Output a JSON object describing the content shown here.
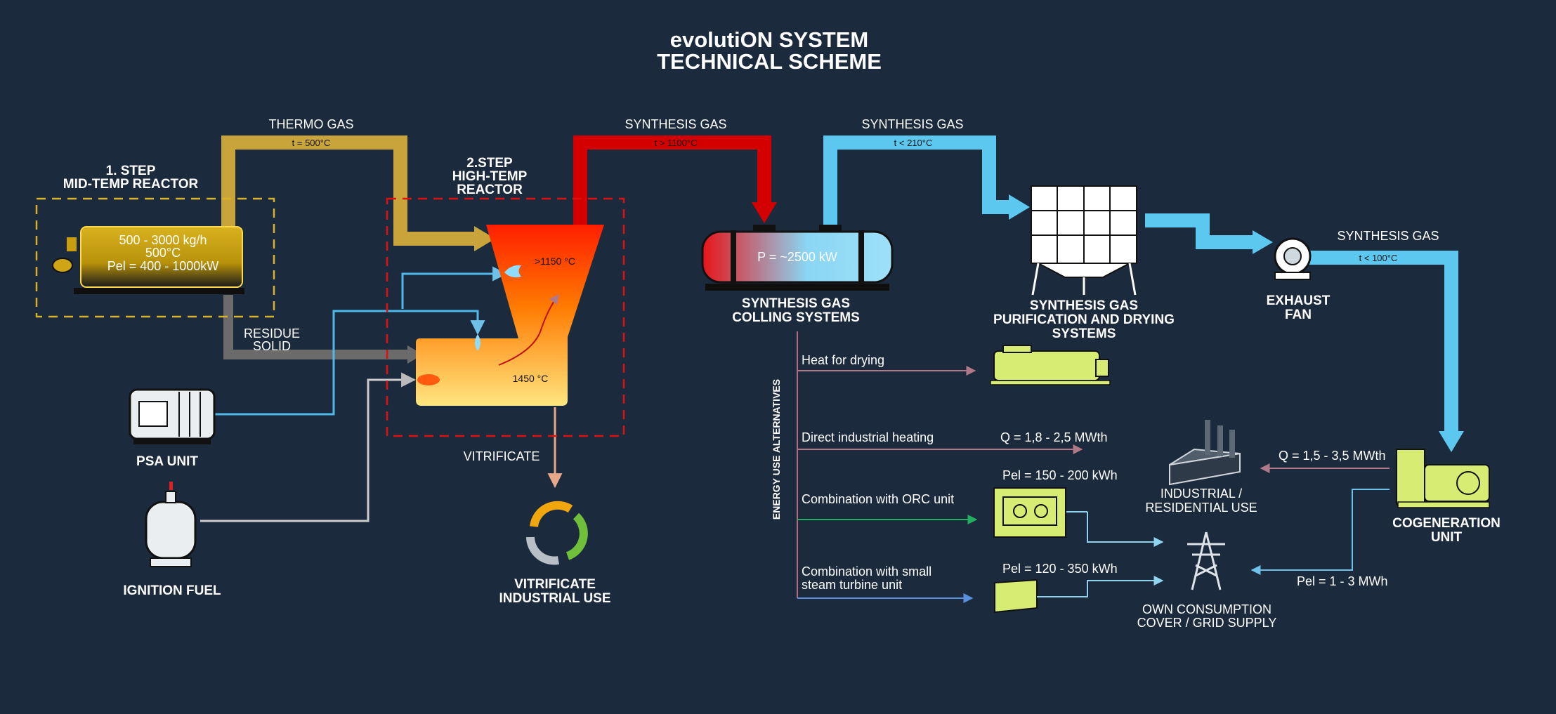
{
  "title": {
    "line1": "evolutiON SYSTEM",
    "line2": "TECHNICAL SCHEME"
  },
  "step1": {
    "line1": "1. STEP",
    "line2": "MID-TEMP REACTOR",
    "capacity": "500 - 3000 kg/h",
    "temp": "500°C",
    "pel": "Pel = 400 - 1000kW"
  },
  "step2": {
    "line1": "2.STEP",
    "line2": "HIGH-TEMP",
    "line3": "REACTOR",
    "temp_top": ">1150 °C",
    "temp_bottom": "1450 °C"
  },
  "flows": {
    "thermo_gas": "THERMO GAS",
    "thermo_temp": "t = 500°C",
    "syngas1": "SYNTHESIS GAS",
    "syngas1_temp": "t > 1100°C",
    "syngas2": "SYNTHESIS GAS",
    "syngas2_temp": "t < 210°C",
    "syngas3": "SYNTHESIS GAS",
    "syngas3_temp": "t < 100°C",
    "residue1": "RESIDUE",
    "residue2": "SOLID",
    "vitrificate": "VITRIFICATE"
  },
  "cooling": {
    "power": "P = ~2500 kW",
    "line1": "SYNTHESIS GAS",
    "line2": "COLLING SYSTEMS"
  },
  "purification": {
    "line1": "SYNTHESIS GAS",
    "line2": "PURIFICATION AND DRYING",
    "line3": "SYSTEMS"
  },
  "fan": {
    "line1": "EXHAUST",
    "line2": "FAN"
  },
  "psa": {
    "label": "PSA UNIT"
  },
  "ignition": {
    "label": "IGNITION FUEL"
  },
  "vitri_use": {
    "line1": "VITRIFICATE",
    "line2": "INDUSTRIAL USE"
  },
  "energy": {
    "vertical_label": "ENERGY USE ALTERNATIVES",
    "heat_drying": "Heat for drying",
    "direct_heating": "Direct industrial heating",
    "direct_q": "Q = 1,8 - 2,5 MWth",
    "orc": "Combination with ORC unit",
    "orc_pel": "Pel = 150 - 200 kWh",
    "steam1": "Combination with small",
    "steam2": "steam turbine unit",
    "steam_pel": "Pel = 120 - 350 kWh"
  },
  "industrial": {
    "line1": "INDUSTRIAL /",
    "line2": "RESIDENTIAL USE",
    "q": "Q = 1,5 - 3,5 MWth"
  },
  "own": {
    "line1": "OWN CONSUMPTION",
    "line2": "COVER / GRID SUPPLY",
    "pel": "Pel = 1 - 3 MWh"
  },
  "cogeneration": {
    "line1": "COGENERATION",
    "line2": "UNIT"
  },
  "colors": {
    "background": "#1b2a3d",
    "thermo": "#c9a43a",
    "hot_syngas": "#d40000",
    "cool_syngas": "#5cc8ef",
    "residue": "#6b6b6b",
    "equipment": "#d6ec73",
    "energy_line": "#a06878"
  }
}
